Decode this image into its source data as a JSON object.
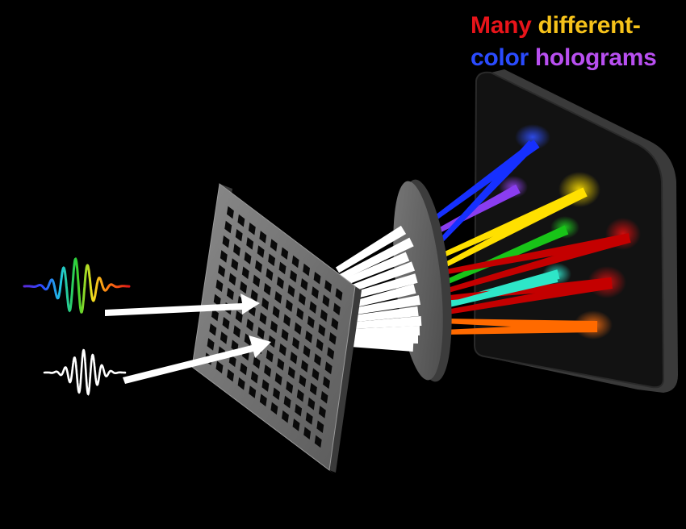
{
  "caption": {
    "line1": [
      {
        "text": "Many",
        "color": "#e8141a"
      },
      {
        "text": " "
      },
      {
        "text": "different-",
        "color": "#f6c21a"
      }
    ],
    "line2": [
      {
        "text": "color",
        "color": "#2a4bff"
      },
      {
        "text": " "
      },
      {
        "text": "holograms",
        "color": "#b84ff0"
      }
    ]
  },
  "colors": {
    "blue": "#1630ff",
    "violet": "#8a3df0",
    "yellow": "#ffe000",
    "green": "#18c418",
    "red": "#c40000",
    "cyan": "#2ee6c8",
    "orange": "#ff6a00",
    "plate": "#707070",
    "screen": "#151515"
  },
  "icons": {
    "color_pulse": "rainbow-wave-packet-icon",
    "white_pulse": "white-wave-packet-icon"
  }
}
